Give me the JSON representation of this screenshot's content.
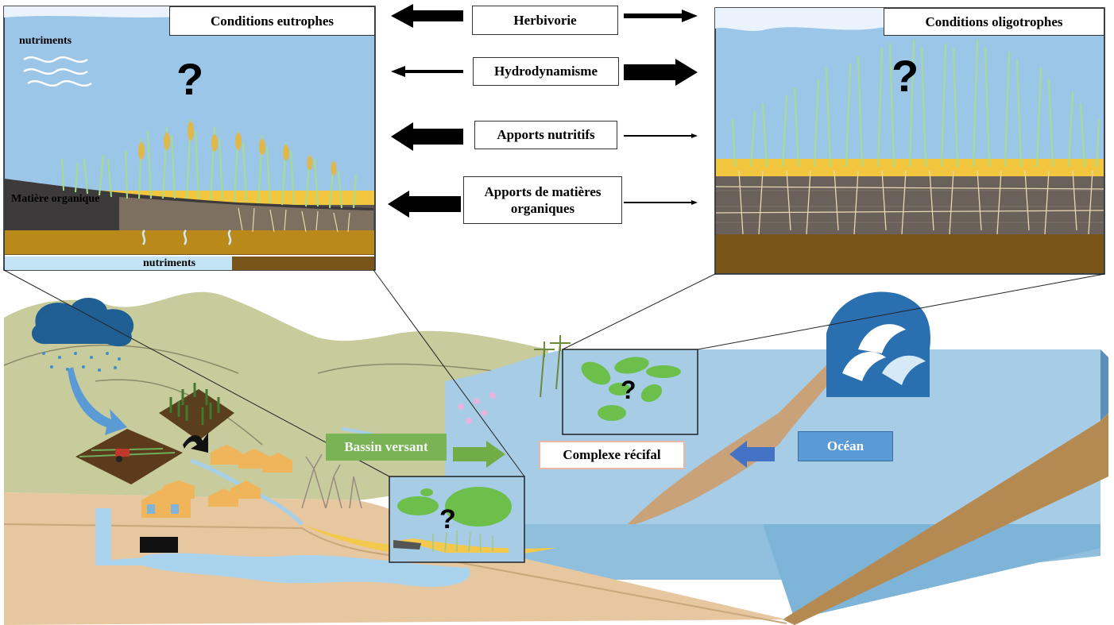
{
  "panels": {
    "eutrophic": {
      "title": "Conditions eutrophes",
      "nutrients_top": "nutriments",
      "organic_matter": "Matière organique",
      "nutrients_bottom": "nutriments",
      "question": "?"
    },
    "oligotrophic": {
      "title": "Conditions oligotrophes",
      "question": "?"
    }
  },
  "factors": [
    {
      "label": "Herbivorie"
    },
    {
      "label": "Hydrodynamisme"
    },
    {
      "label": "Apports nutritifs"
    },
    {
      "label_line1": "Apports de matières",
      "label_line2": "organiques"
    }
  ],
  "landscape": {
    "watershed": "Bassin versant",
    "reef": "Complexe récifal",
    "ocean": "Océan",
    "question": "?"
  },
  "colors": {
    "water": "#9cc7e7",
    "sea": "#8fbfdc",
    "land": "#c6c99a",
    "sand": "#f2c94c",
    "sediment": "#6b4a1f",
    "seagrass": "#b9e3a3",
    "arrow_green": "#70ad47",
    "arrow_blue": "#4472c4",
    "ocean_box": "#5b9bd5"
  }
}
